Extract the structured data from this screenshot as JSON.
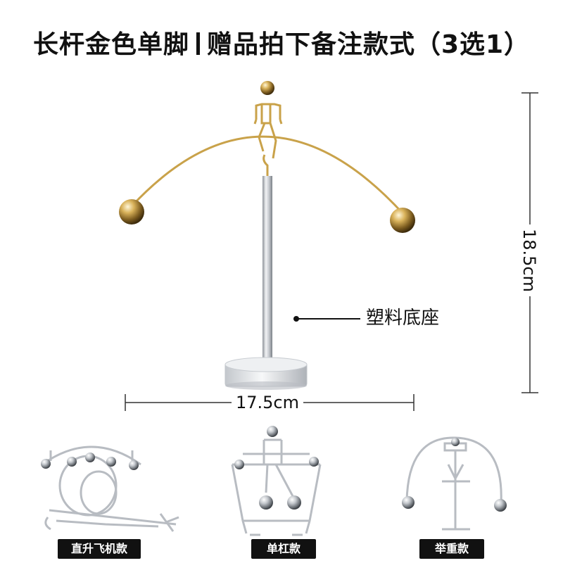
{
  "title": {
    "part1": "长杆金色单脚",
    "part2": "赠品拍下备注款式（3选1）"
  },
  "dimensions": {
    "width_label": "17.5cm",
    "height_label": "18.5cm"
  },
  "callout": {
    "base_label": "塑料底座"
  },
  "variants": [
    {
      "label": "直升飞机款"
    },
    {
      "label": "单杠款"
    },
    {
      "label": "举重款"
    }
  ],
  "colors": {
    "gold": "#c9a24a",
    "silver": "#b8bcc2",
    "badge_bg": "#111111",
    "badge_text": "#ffffff"
  }
}
